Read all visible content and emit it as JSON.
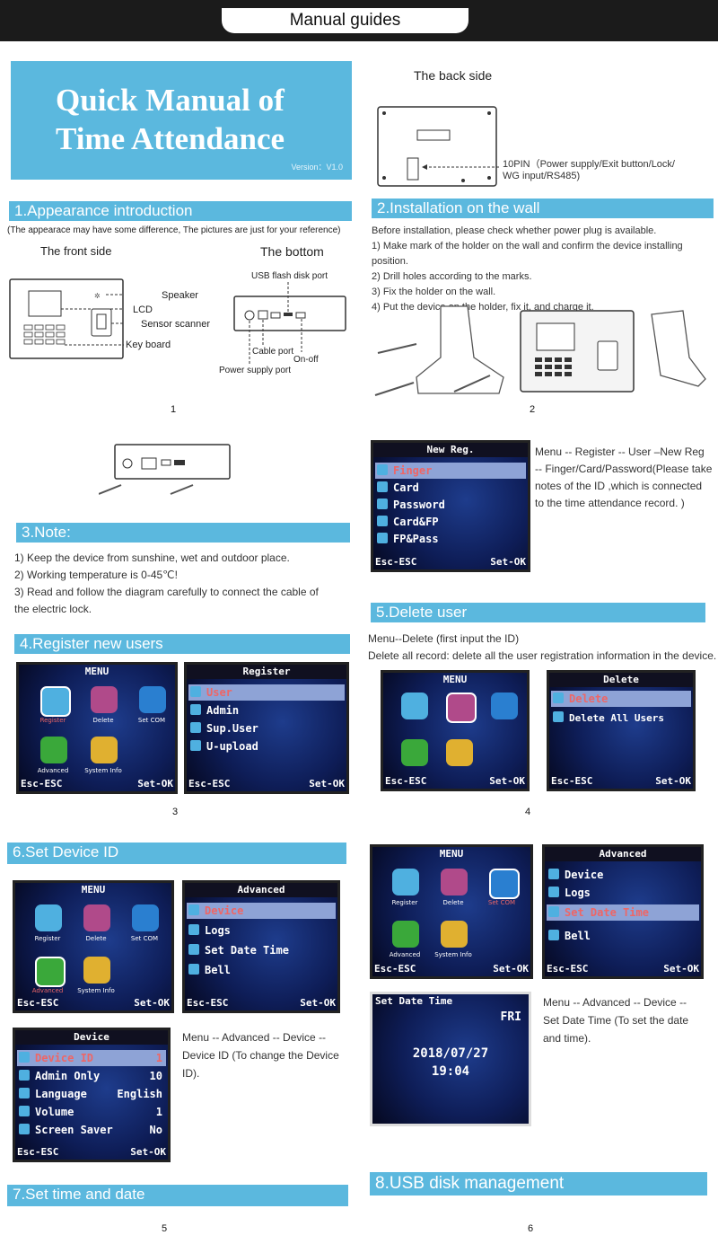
{
  "header": {
    "title": "Manual guides"
  },
  "title_box": {
    "line1": "Quick Manual of",
    "line2": "Time Attendance",
    "version": "Version：V1.0"
  },
  "back_side": {
    "title": "The back side",
    "pin_note_1": "10PIN（Power supply/Exit button/Lock/",
    "pin_note_2": "WG input/RS485)"
  },
  "appearance": {
    "heading": "1.Appearance introduction",
    "note": "(The appearace may have some difference, The pictures are just for your reference)",
    "front_title": "The front side",
    "bottom_title": "The bottom",
    "labels": {
      "speaker": "Speaker",
      "lcd": "LCD",
      "sensor": "Sensor scanner",
      "keyboard": "Key board",
      "usb": "USB flash disk port",
      "cable": "Cable port",
      "onoff": "On-off",
      "power": "Power supply port"
    },
    "fig_num": "1"
  },
  "installation": {
    "heading": "2.Installation on the wall",
    "lines": [
      "Before installation, please check whether power plug is available.",
      "1) Make mark of the holder on the wall and confirm the device installing position.",
      "2) Drill holes according to the marks.",
      "3) Fix the holder on the wall.",
      "4) Put the device on the holder, fix it, and charge it."
    ],
    "fig_num": "2"
  },
  "newreg": {
    "screen": {
      "title": "New Reg.",
      "rows": [
        "Finger",
        "Card",
        "Password",
        "Card&FP",
        "FP&Pass"
      ],
      "esc": "Esc-ESC",
      "ok": "Set-OK"
    },
    "desc": [
      "Menu -- Register -- User –New Reg",
      "-- Finger/Card/Password(Please take",
      "notes of the ID ,which is connected",
      "to the time attendance record. )"
    ]
  },
  "note": {
    "heading": "3.Note:",
    "lines": [
      "1)  Keep the device from sunshine, wet and outdoor place.",
      "2)  Working temperature is 0-45℃!",
      "3)   Read and follow the diagram carefully to connect the cable of",
      "      the electric lock."
    ]
  },
  "delete_user": {
    "heading": "5.Delete user",
    "lines": [
      "Menu--Delete (first input the ID)",
      "Delete all record: delete all the user registration information in the device."
    ],
    "screen": {
      "title": "Delete",
      "rows": [
        "Delete",
        "Delete All Users"
      ],
      "esc": "Esc-ESC",
      "ok": "Set-OK"
    },
    "fig_num": "4"
  },
  "register": {
    "heading": "4.Register new users",
    "menu": {
      "title": "MENU",
      "items": [
        "Register",
        "Delete",
        "Set COM",
        "Advanced",
        "System Info"
      ],
      "esc": "Esc-ESC",
      "ok": "Set-OK"
    },
    "screen": {
      "title": "Register",
      "rows": [
        "User",
        "Admin",
        "Sup.User",
        "U-upload"
      ],
      "esc": "Esc-ESC",
      "ok": "Set-OK"
    },
    "fig_num": "3"
  },
  "device_id": {
    "heading": "6.Set Device ID",
    "advanced": {
      "title": "Advanced",
      "rows": [
        "Device",
        "Logs",
        "Set Date Time",
        "Bell"
      ],
      "esc": "Esc-ESC",
      "ok": "Set-OK"
    },
    "device": {
      "title": "Device",
      "rows": [
        {
          "label": "Device ID",
          "value": "1"
        },
        {
          "label": "Admin Only",
          "value": "10"
        },
        {
          "label": "Language",
          "value": "English"
        },
        {
          "label": "Volume",
          "value": "1"
        },
        {
          "label": "Screen Saver",
          "value": "No"
        }
      ],
      "esc": "Esc-ESC",
      "ok": "Set-OK"
    },
    "desc": [
      "Menu -- Advanced -- Device --",
      "Device ID   (To change the Device",
      "ID)."
    ],
    "fig_num": "5"
  },
  "time_date": {
    "heading": "7.Set time and date",
    "clock": {
      "title": "Set Date Time",
      "day": "FRI",
      "date": "2018/07/27",
      "time": "19:04"
    },
    "desc": [
      "Menu -- Advanced -- Device --",
      "Set Date Time  (To set the date",
      "and time)."
    ],
    "fig_num": "6"
  },
  "usb": {
    "heading": "8.USB disk management"
  },
  "colors": {
    "accent": "#5bb8de",
    "dark": "#1b1b1b",
    "selected_row": "#8ea3d6"
  }
}
